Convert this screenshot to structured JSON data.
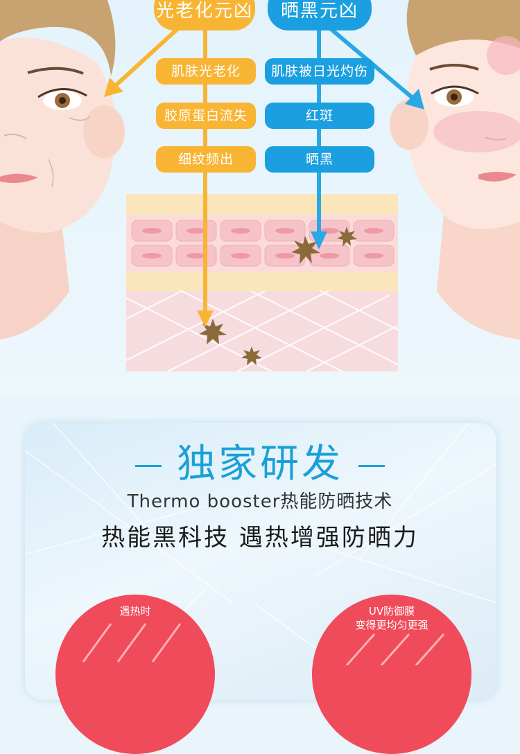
{
  "colors": {
    "orange": "#f8b433",
    "blue": "#1b9fe0",
    "accent": "#1aa0d8",
    "red": "#f04b5b"
  },
  "left_column": {
    "header": "光老化元凶",
    "items": [
      "肌肤光老化",
      "胶原蛋白流失",
      "细纹频出"
    ]
  },
  "right_column": {
    "header": "晒黑元凶",
    "items": [
      "肌肤被日光灼伤",
      "红斑",
      "晒黑"
    ]
  },
  "feature": {
    "title": "独家研发",
    "subtitle": "Thermo booster热能防晒技术",
    "tagline": "热能黑科技 遇热增强防晒力"
  },
  "circles": {
    "left_label": "遇热时",
    "right_label_1": "UV防御膜",
    "right_label_2": "变得更均匀更强"
  },
  "icons": [
    "woman-face-aged",
    "woman-face-sunburned",
    "skin-layer-diagram",
    "damage-star-icon",
    "arrow-icon"
  ]
}
